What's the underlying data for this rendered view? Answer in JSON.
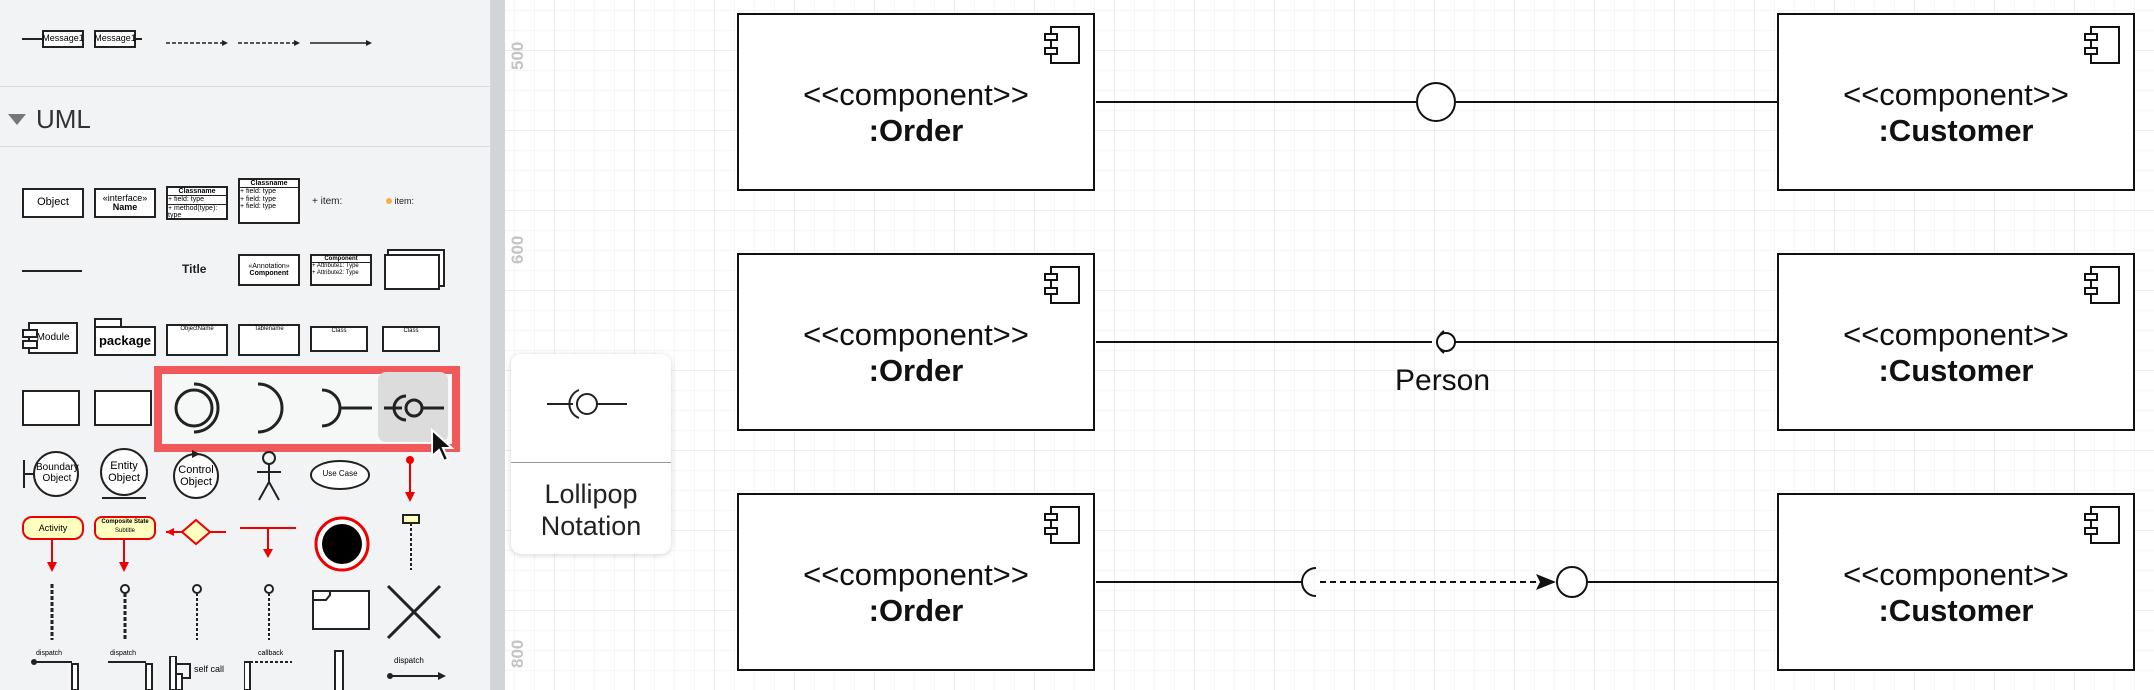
{
  "sidebar": {
    "top_row": {
      "message1": "Message1",
      "message2": "Message1"
    },
    "section_title": "UML",
    "uml_shapes": {
      "object": "Object",
      "interface": "«interface»",
      "interface_name": "Name",
      "classname": "Classname",
      "classname2": "Classname",
      "field": "+ field: type",
      "method": "+ method(type): type",
      "item": "+ item:",
      "item2": "item:",
      "title": "Title",
      "annotation": "«Annotation»",
      "component": "Component",
      "attribute1": "+ Attribute1: Type",
      "attribute2": "+ Attribute2: Type",
      "module": "Module",
      "package": "package",
      "object_name": "ObjectName",
      "tablename": "Tablename",
      "class1": "Class",
      "class2": "Class",
      "boundary": "Boundary Object",
      "entity": "Entity Object",
      "control": "Control Object",
      "use_case": "Use Case",
      "activity": "Activity",
      "composite_state": "Composite State",
      "subtitle": "Subtitle",
      "dispatch1": "dispatch",
      "dispatch2": "dispatch",
      "callback": "callback",
      "self_call": "self call",
      "dispatch3": "dispatch"
    }
  },
  "tooltip": {
    "line1": "Lollipop",
    "line2": "Notation"
  },
  "canvas": {
    "ruler": [
      "500",
      "600",
      "800"
    ],
    "components": [
      {
        "stereotype": "<<component>>",
        "name": ":Order"
      },
      {
        "stereotype": "<<component>>",
        "name": ":Customer"
      },
      {
        "stereotype": "<<component>>",
        "name": ":Order"
      },
      {
        "stereotype": "<<component>>",
        "name": ":Customer"
      },
      {
        "stereotype": "<<component>>",
        "name": ":Order"
      },
      {
        "stereotype": "<<component>>",
        "name": ":Customer"
      }
    ],
    "connector_label": "Person"
  },
  "colors": {
    "highlight": "#f0585a",
    "canvas_bg": "#ffffff",
    "sidebar_bg": "#f1f3f4"
  }
}
